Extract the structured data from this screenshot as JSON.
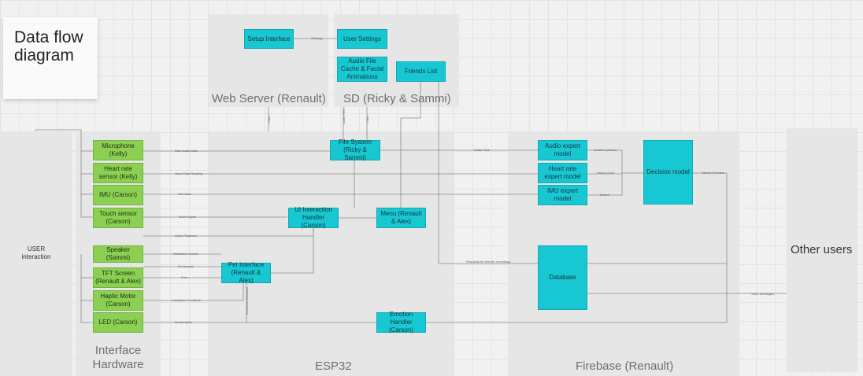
{
  "title_note": {
    "line1": "Data flow",
    "line2": "diagram"
  },
  "frames": {
    "web_server": "Web Server (Renault)",
    "sd": "SD  (Ricky & Sammi)",
    "interface_hw_1": "Interface",
    "interface_hw_2": "Hardware",
    "esp32": "ESP32",
    "firebase": "Firebase (Renault)",
    "other_users": "Other users",
    "user_interaction_1": "USER",
    "user_interaction_2": "interaction"
  },
  "nodes": {
    "setup_interface": "Setup Interface",
    "user_settings": "User Settings",
    "audio_cache": "Audio File Cache & Facial Animations",
    "friends_list": "Friends List",
    "file_system": "File System (Ricky & Sammi)",
    "ui_handler": "UI Interaction Handler (Carson)",
    "menu": "Menu (Renault & Alex)",
    "pet_interface": "Pet Interface (Renault & Alex)",
    "emotion_handler": "Emotion Handler (Carson)",
    "audio_expert": "Audio expert model",
    "hr_expert": "Heart rate expert model",
    "imu_expert": "IMU expert model",
    "decision_model": "Decision model",
    "database": "Database",
    "microphone": "Microphone (Kelly)",
    "hr_sensor": "Heart rate sensor (Kelly)",
    "imu": "IMU (Carson)",
    "touch_sensor": "Touch sensor (Carson)",
    "speaker": "Speaker (Sammi)",
    "tft": "TFT Screen (Renault & Alex)",
    "haptic": "Haptic Motor (Carson)",
    "led": "LED (Carson)"
  },
  "edge_labels": {
    "settings": "Settings",
    "raw_audio": "Raw Audio Data",
    "hr_reading": "Heart Rate Reading",
    "imu_data": "IMU Data",
    "touch_signal": "Touch Signal",
    "audio_playback": "Audio Playback",
    "interaction_sound": "Interaction Sound",
    "pet_sounds": "Pet sounds",
    "face": "Face",
    "interaction_feedback": "Interaction Feedback",
    "mood_lights": "Mood Lights",
    "audio_files": "Audio Files",
    "emotion_audio": "Emotion (Audio)",
    "stress_level": "Stress Level",
    "motion": "Motion",
    "mood_emotion": "Mood / Emotion",
    "requests": "Requests for friends' recordings",
    "voice_messages": "Voice Messages",
    "emotional_feedback": "Emotional feedback",
    "web_up": "Data",
    "audio_files_up": "Audio Files",
    "data_up": "Data"
  },
  "colors": {
    "node_cyan": "#17c8d3",
    "node_green": "#8bd052",
    "frame": "#e6e6e6"
  }
}
